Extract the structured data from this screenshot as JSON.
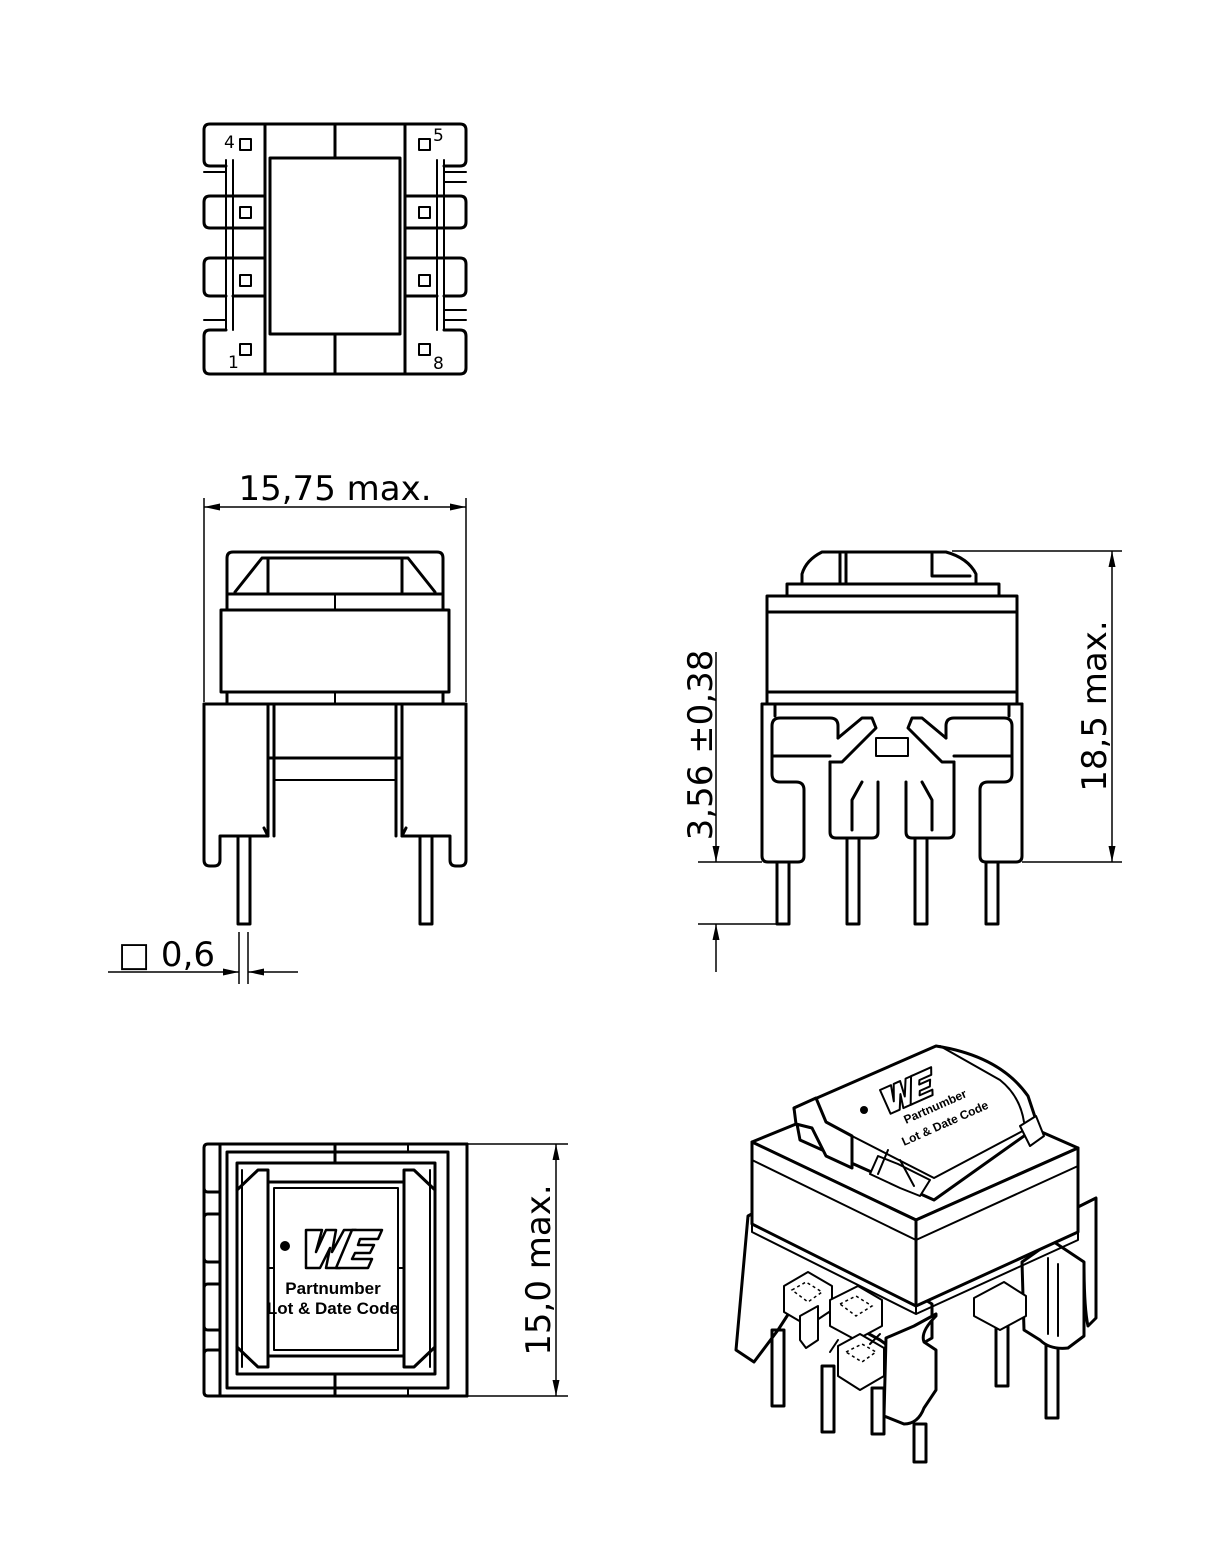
{
  "pin_numbers": {
    "p1": "1",
    "p4": "4",
    "p5": "5",
    "p8": "8"
  },
  "dimensions": {
    "width": "15,75  max.",
    "height_total": "18,5  max.",
    "pin_standoff": "3,56 ±0,38",
    "pin_square": "□ 0,6",
    "depth": "15,0  max."
  },
  "marking": {
    "logo": "WE",
    "line1": "Partnumber",
    "line2": "Lot & Date Code"
  }
}
